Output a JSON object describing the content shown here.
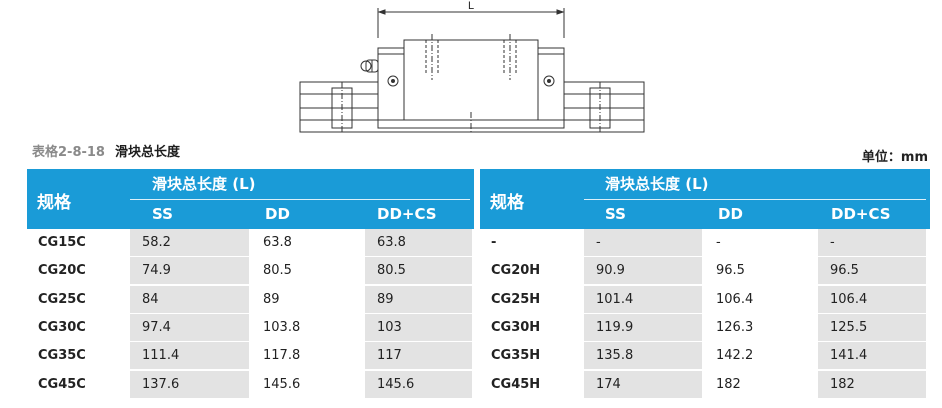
{
  "drawing": {
    "dimension_label": "L"
  },
  "caption": {
    "number": "表格2-8-18",
    "title": "滑块总长度"
  },
  "unit": "单位：mm",
  "left_table": {
    "header_model": "规格",
    "header_group": "滑块总长度 (L)",
    "columns": [
      "SS",
      "DD",
      "DD+CS"
    ],
    "rows": [
      {
        "model": "CG15C",
        "values": [
          "58.2",
          "63.8",
          "63.8"
        ]
      },
      {
        "model": "CG20C",
        "values": [
          "74.9",
          "80.5",
          "80.5"
        ]
      },
      {
        "model": "CG25C",
        "values": [
          "84",
          "89",
          "89"
        ]
      },
      {
        "model": "CG30C",
        "values": [
          "97.4",
          "103.8",
          "103"
        ]
      },
      {
        "model": "CG35C",
        "values": [
          "111.4",
          "117.8",
          "117"
        ]
      },
      {
        "model": "CG45C",
        "values": [
          "137.6",
          "145.6",
          "145.6"
        ]
      }
    ]
  },
  "right_table": {
    "header_model": "规格",
    "header_group": "滑块总长度 (L)",
    "columns": [
      "SS",
      "DD",
      "DD+CS"
    ],
    "rows": [
      {
        "model": "-",
        "values": [
          "-",
          "-",
          "-"
        ]
      },
      {
        "model": "CG20H",
        "values": [
          "90.9",
          "96.5",
          "96.5"
        ]
      },
      {
        "model": "CG25H",
        "values": [
          "101.4",
          "106.4",
          "106.4"
        ]
      },
      {
        "model": "CG30H",
        "values": [
          "119.9",
          "126.3",
          "125.5"
        ]
      },
      {
        "model": "CG35H",
        "values": [
          "135.8",
          "142.2",
          "141.4"
        ]
      },
      {
        "model": "CG45H",
        "values": [
          "174",
          "182",
          "182"
        ]
      }
    ]
  }
}
